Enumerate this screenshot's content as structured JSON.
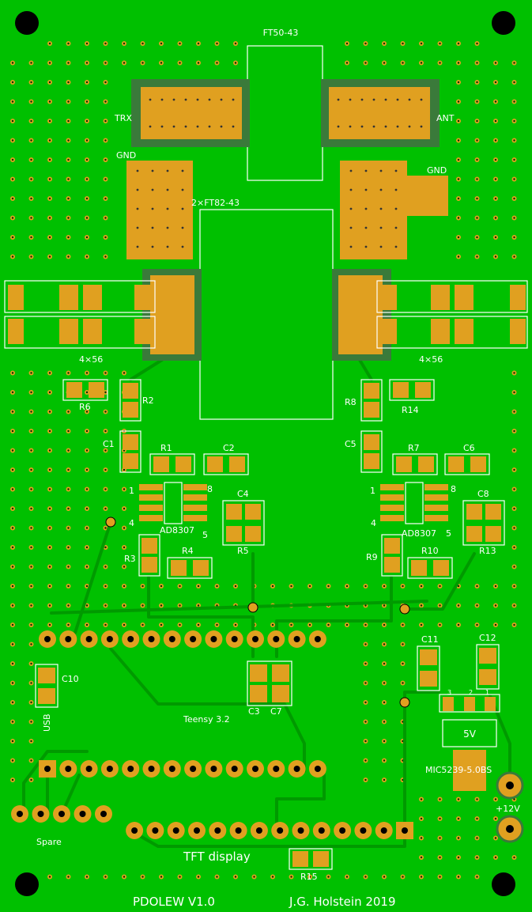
{
  "board": {
    "background": "#00c000",
    "copper_color": "#e0a020",
    "silk_color": "#ffffff",
    "trace_color": "#009a00",
    "hole_color": "#000000"
  },
  "labels": {
    "ft50": "FT50-43",
    "trx": "TRX",
    "ant": "ANT",
    "gnd_left": "GND",
    "gnd_right": "GND",
    "ft82": "2×FT82-43",
    "res_left": "4×56",
    "res_right": "4×56",
    "r6": "R6",
    "r2": "R2",
    "c1": "C1",
    "r1": "R1",
    "c2": "C2",
    "pin1_left": "1",
    "pin8_left": "8",
    "pin4_left": "4",
    "pin5_left": "5",
    "ic_left": "AD8307",
    "c4": "C4",
    "r5": "R5",
    "r3": "R3",
    "r4": "R4",
    "r8": "R8",
    "r14": "R14",
    "c5": "C5",
    "r7": "R7",
    "c6": "C6",
    "pin1_right": "1",
    "pin8_right": "8",
    "pin4_right": "4",
    "pin5_right": "5",
    "ic_right": "AD8307",
    "c8": "C8",
    "r13": "R13",
    "r9": "R9",
    "r10": "R10",
    "c10": "C10",
    "usb": "USB",
    "c3": "C3",
    "c7": "C7",
    "teensy": "Teensy 3.2",
    "c11": "C11",
    "c12": "C12",
    "reg_pin3": "3",
    "reg_pin2": "2",
    "reg_pin1": "1",
    "five_v": "5V",
    "regulator": "MIC5239-5.0BS",
    "plus12v": "+12V",
    "spare": "Spare",
    "tft": "TFT display",
    "r15": "R15",
    "title": "PDOLEW  V1.0",
    "author": "J.G. Holstein 2019"
  }
}
